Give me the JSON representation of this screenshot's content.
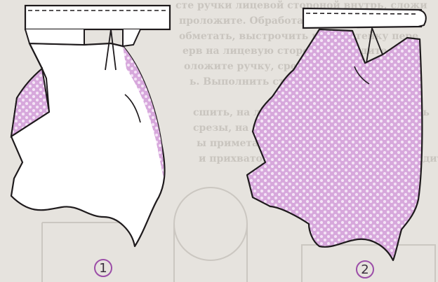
{
  "colors": {
    "paper": "#e6e3de",
    "outline": "#1e1a1c",
    "fabric_right_side": "#d7a8dc",
    "fabric_dots": "#f4e4f6",
    "fabric_wrong_side": "#ffffff",
    "step_circle": "#9c4ea8"
  },
  "steps": [
    {
      "label": "1"
    },
    {
      "label": "2"
    }
  ],
  "background_text_lines": [
    "сте ручки лицевой стороной внутрь, сложи",
    "проложите. Обработать срезы при один до",
    "обметать, выстрочить шов в стейку пере",
    "ерв на лицевую сторону. Выведите",
    "оложите ручку, срезу ручки в стороны к",
    "ь. Выполнить строчку.",
    "сшить, на лицевую сторону. Перекинуть",
    "срезы, на лицевую сторону р",
    "ы приметать. Ширина шва",
    "и прихваток ответы, манжеты, пригладить"
  ]
}
